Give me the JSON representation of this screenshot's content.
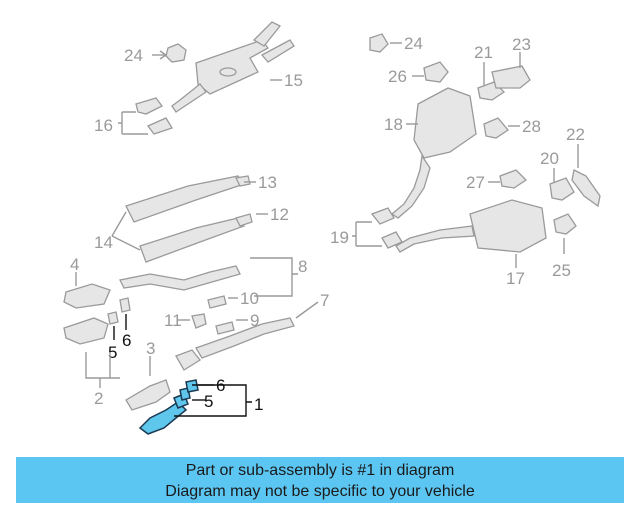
{
  "callouts": {
    "c24a": "24",
    "c15": "15",
    "c16": "16",
    "c24b": "24",
    "c21": "21",
    "c23": "23",
    "c26": "26",
    "c18": "18",
    "c28": "28",
    "c22": "22",
    "c20": "20",
    "c27": "27",
    "c13": "13",
    "c12": "12",
    "c14": "14",
    "c19": "19",
    "c17": "17",
    "c25": "25",
    "c4": "4",
    "c8": "8",
    "c10": "10",
    "c7": "7",
    "c11": "11",
    "c9": "9",
    "c5a": "5",
    "c6a": "6",
    "c3": "3",
    "c2": "2",
    "c6b": "6",
    "c5b": "5",
    "c1": "1"
  },
  "highlight_color": "#5fc6ec",
  "banner": {
    "line1": "Part or sub-assembly is #1 in diagram",
    "line2": "Diagram may not be specific to your vehicle",
    "color": "#5cc6f3"
  }
}
